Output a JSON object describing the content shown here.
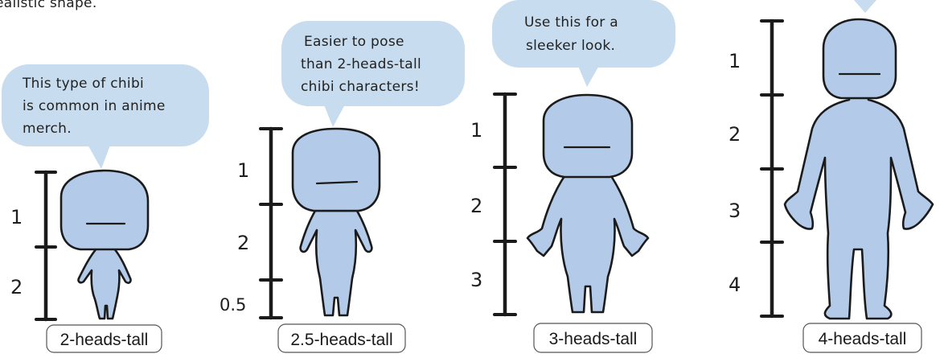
{
  "colors": {
    "bubble": "#c7dcef",
    "figure_fill": "#b3cbe8",
    "outline": "#1b1b1b"
  },
  "top_partial_text": "ealistic shape.",
  "figures": [
    {
      "id": "2-heads",
      "caption": "2-heads-tall",
      "bubble_lines": [
        "This type of chibi",
        "is common in anime",
        "merch."
      ],
      "scale_labels": [
        "1",
        "2"
      ]
    },
    {
      "id": "2.5-heads",
      "caption": "2.5-heads-tall",
      "bubble_lines": [
        "Easier to pose",
        "than 2-heads-tall",
        "chibi characters!"
      ],
      "scale_labels": [
        "1",
        "2",
        "0.5"
      ]
    },
    {
      "id": "3-heads",
      "caption": "3-heads-tall",
      "bubble_lines": [
        "Use this for a",
        "sleeker look."
      ],
      "scale_labels": [
        "1",
        "2",
        "3"
      ]
    },
    {
      "id": "4-heads",
      "caption": "4-heads-tall",
      "bubble_lines": [],
      "scale_labels": [
        "1",
        "2",
        "3",
        "4"
      ]
    }
  ]
}
